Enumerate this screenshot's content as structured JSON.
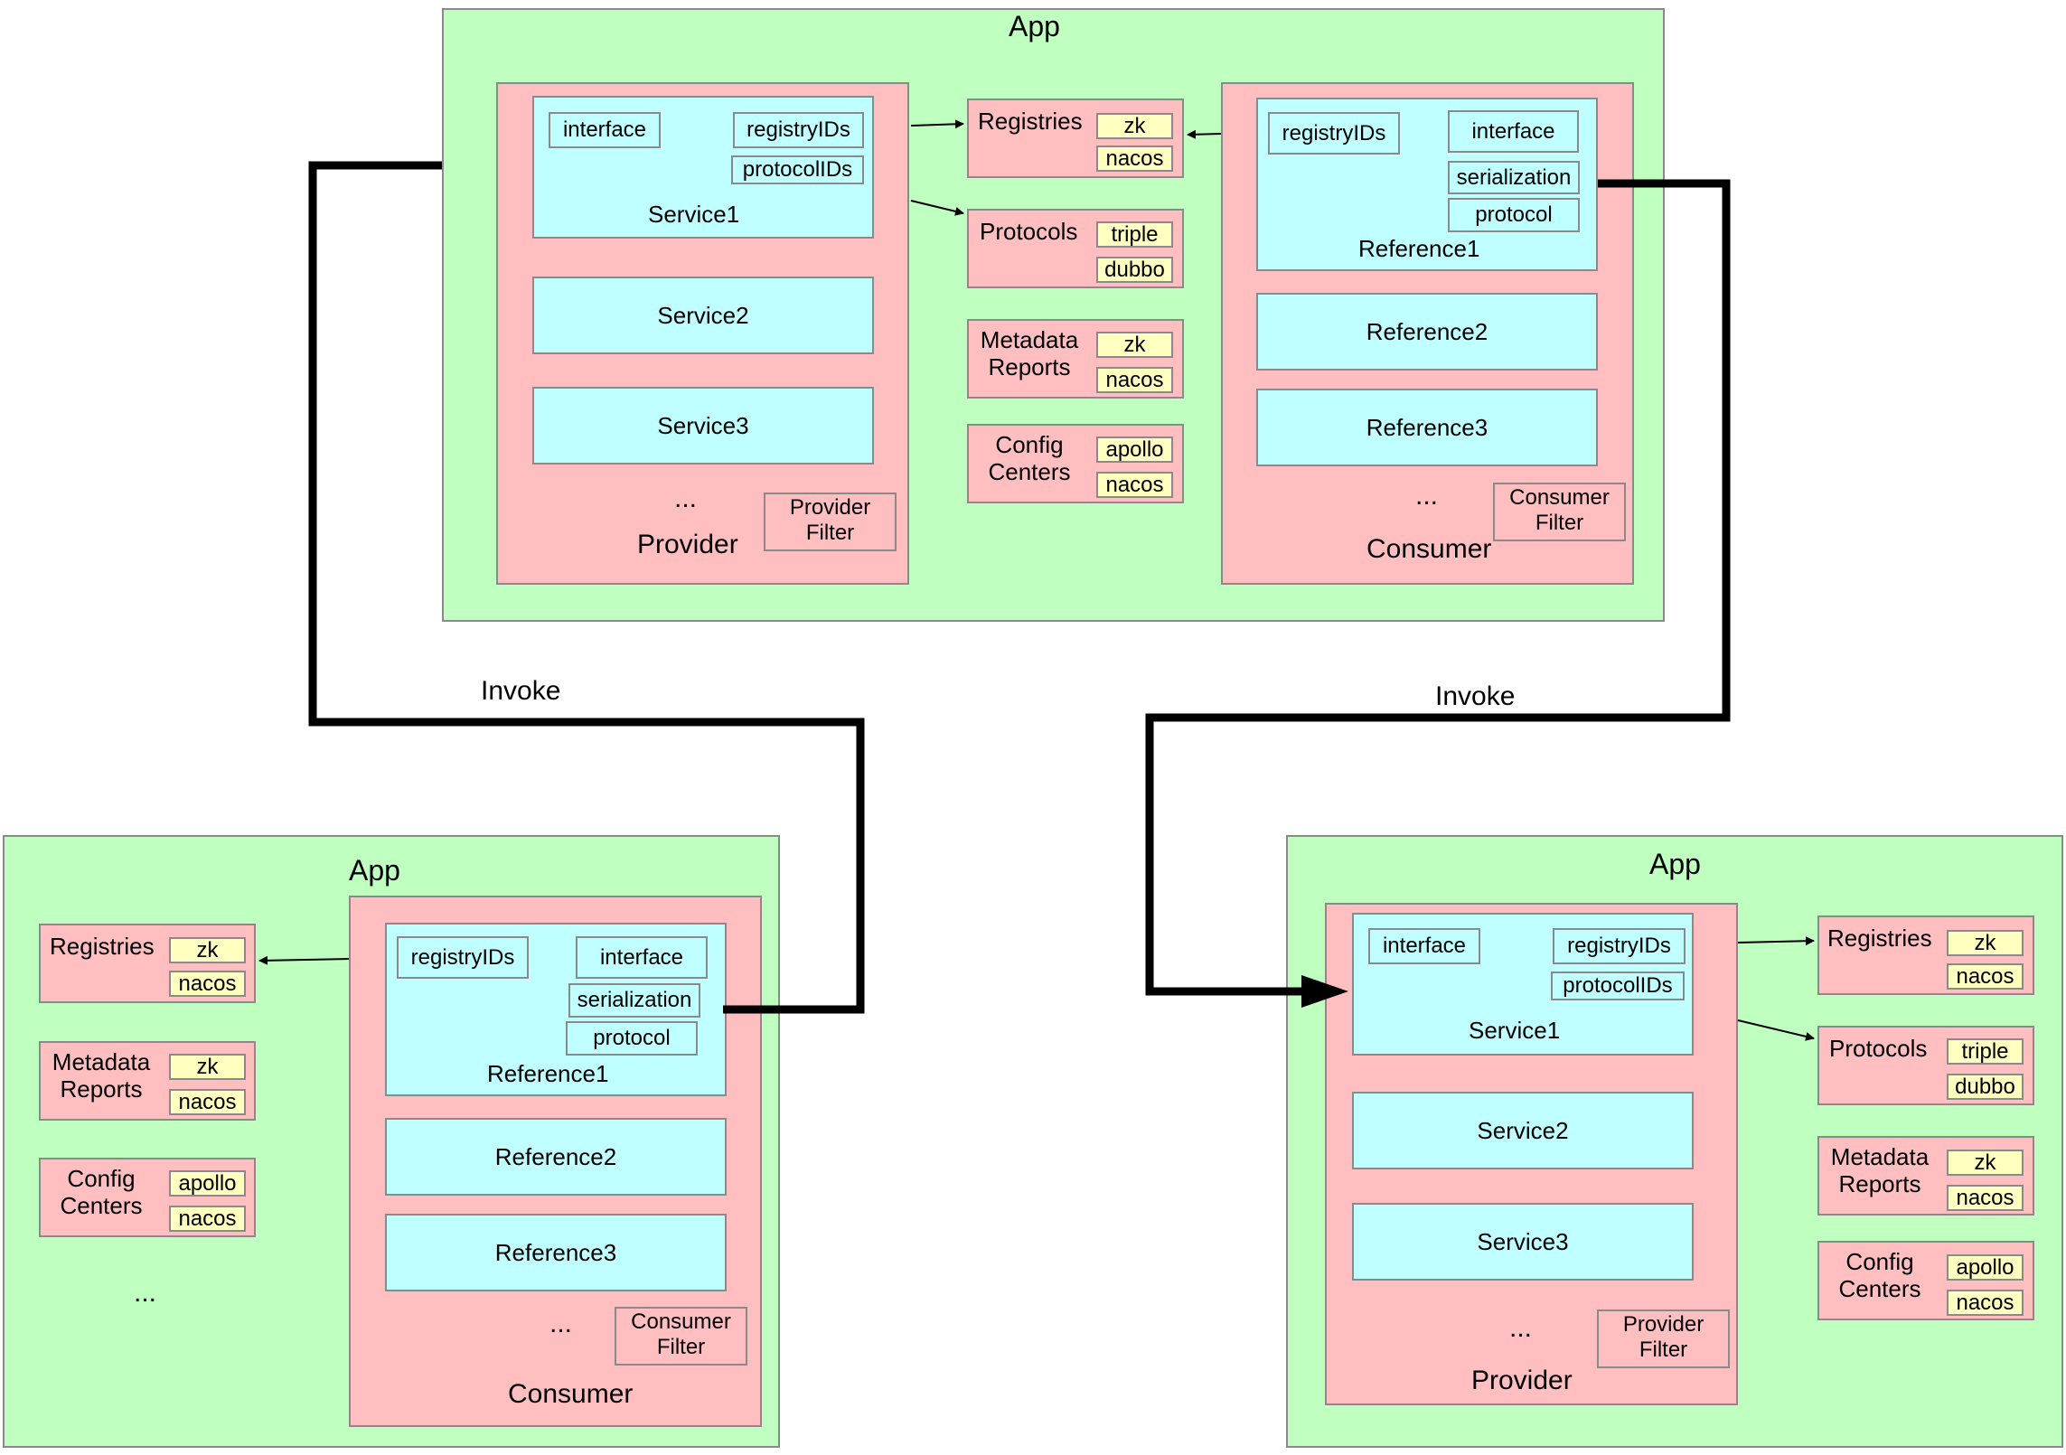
{
  "top_app": {
    "title": "App",
    "provider": {
      "label": "Provider",
      "service1": {
        "label": "Service1",
        "interface": "interface",
        "registry_ids": "registryIDs",
        "protocol_ids": "protocolIDs"
      },
      "service2": "Service2",
      "service3": "Service3",
      "ellipsis": "...",
      "filter": [
        "Provider",
        "Filter"
      ]
    },
    "configs": {
      "registries": {
        "label": "Registries",
        "items": [
          "zk",
          "nacos"
        ]
      },
      "protocols": {
        "label": "Protocols",
        "items": [
          "triple",
          "dubbo"
        ]
      },
      "metadata_reports": {
        "label": [
          "Metadata",
          "Reports"
        ],
        "items": [
          "zk",
          "nacos"
        ]
      },
      "config_centers": {
        "label": [
          "Config",
          "Centers"
        ],
        "items": [
          "apollo",
          "nacos"
        ]
      }
    },
    "consumer": {
      "label": "Consumer",
      "reference1": {
        "label": "Reference1",
        "registry_ids": "registryIDs",
        "interface": "interface",
        "serialization": "serialization",
        "protocol": "protocol"
      },
      "reference2": "Reference2",
      "reference3": "Reference3",
      "ellipsis": "...",
      "filter": [
        "Consumer",
        "Filter"
      ]
    }
  },
  "invoke_left": "Invoke",
  "invoke_right": "Invoke",
  "bottom_left_app": {
    "title": "App",
    "configs": {
      "registries": {
        "label": "Registries",
        "items": [
          "zk",
          "nacos"
        ]
      },
      "metadata_reports": {
        "label": [
          "Metadata",
          "Reports"
        ],
        "items": [
          "zk",
          "nacos"
        ]
      },
      "config_centers": {
        "label": [
          "Config",
          "Centers"
        ],
        "items": [
          "apollo",
          "nacos"
        ]
      },
      "ellipsis": "..."
    },
    "consumer": {
      "label": "Consumer",
      "reference1": {
        "label": "Reference1",
        "registry_ids": "registryIDs",
        "interface": "interface",
        "serialization": "serialization",
        "protocol": "protocol"
      },
      "reference2": "Reference2",
      "reference3": "Reference3",
      "ellipsis": "...",
      "filter": [
        "Consumer",
        "Filter"
      ]
    }
  },
  "bottom_right_app": {
    "title": "App",
    "provider": {
      "label": "Provider",
      "service1": {
        "label": "Service1",
        "interface": "interface",
        "registry_ids": "registryIDs",
        "protocol_ids": "protocolIDs"
      },
      "service2": "Service2",
      "service3": "Service3",
      "ellipsis": "...",
      "filter": [
        "Provider",
        "Filter"
      ]
    },
    "configs": {
      "registries": {
        "label": "Registries",
        "items": [
          "zk",
          "nacos"
        ]
      },
      "protocols": {
        "label": "Protocols",
        "items": [
          "triple",
          "dubbo"
        ]
      },
      "metadata_reports": {
        "label": [
          "Metadata",
          "Reports"
        ],
        "items": [
          "zk",
          "nacos"
        ]
      },
      "config_centers": {
        "label": [
          "Config",
          "Centers"
        ],
        "items": [
          "apollo",
          "nacos"
        ]
      }
    }
  },
  "colors": {
    "app": "#bfffc0",
    "container": "#ffbfc0",
    "component": "#bfffff",
    "value": "#ffffc0",
    "border": "#8a8a8a",
    "line": "#000000"
  }
}
